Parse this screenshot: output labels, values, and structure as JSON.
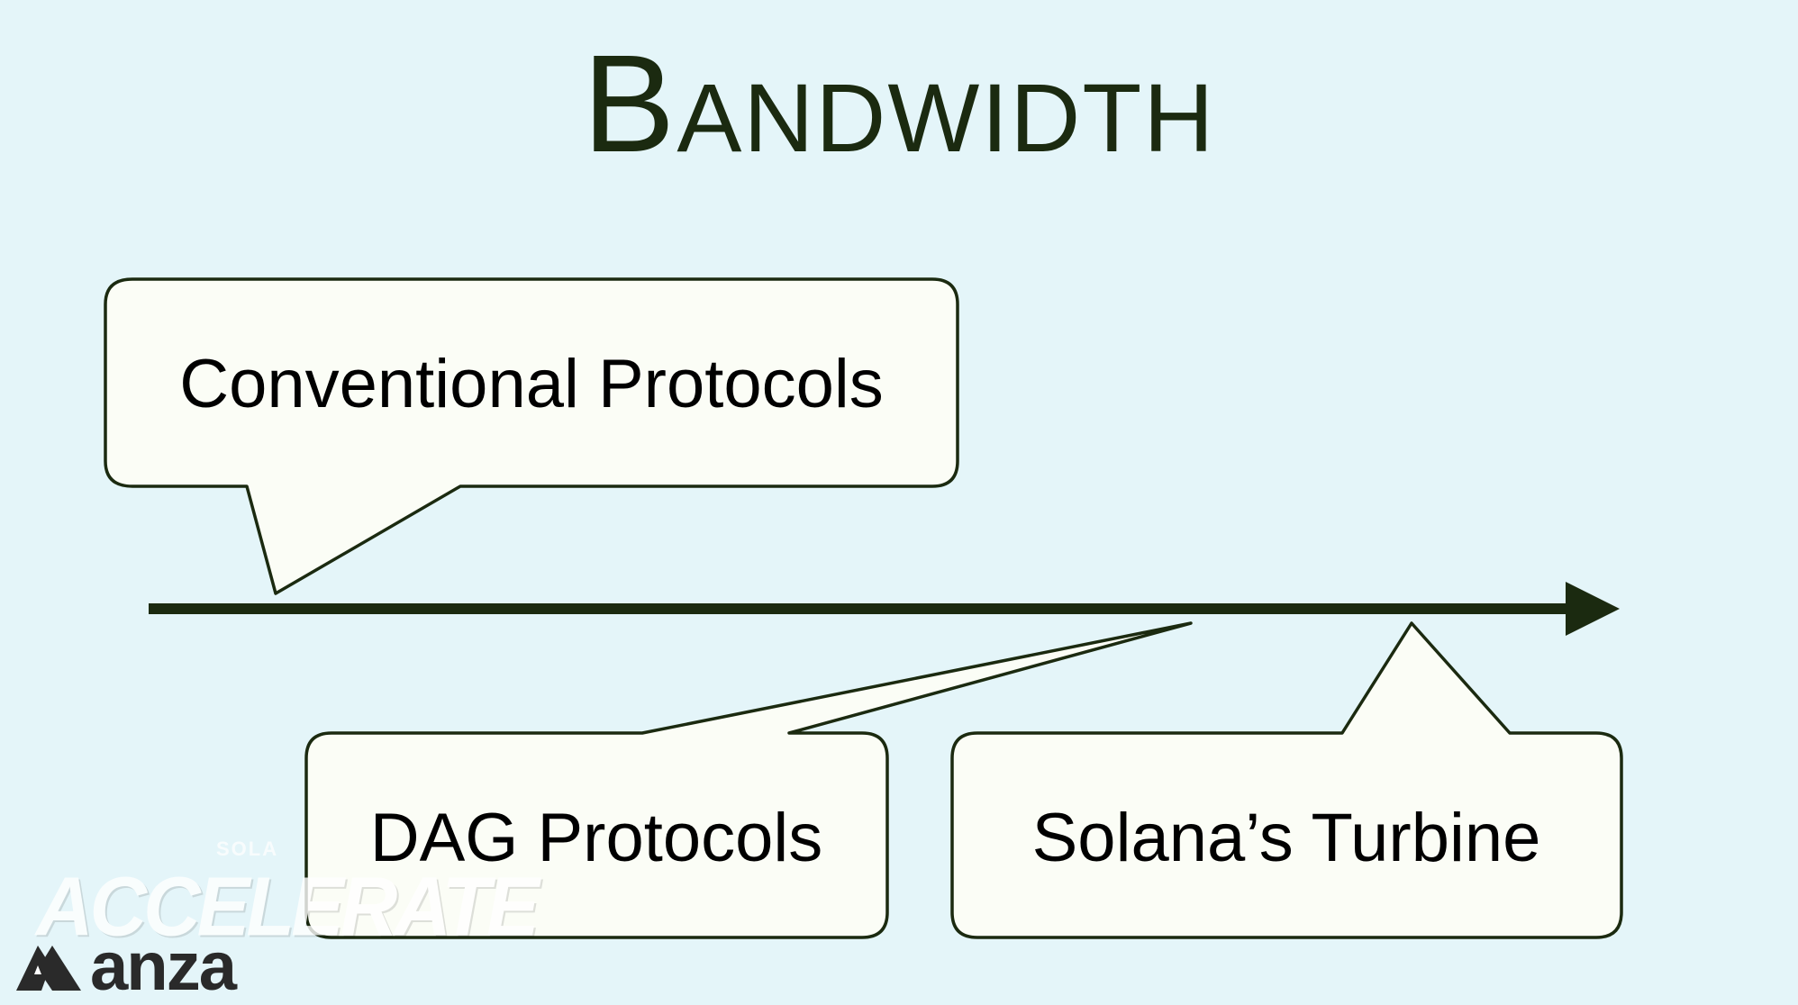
{
  "title": "Bandwidth",
  "diagram": {
    "bubbles": [
      {
        "label": "Conventional Protocols"
      },
      {
        "label": "DAG Protocols"
      },
      {
        "label": "Solana’s Turbine"
      }
    ]
  },
  "colors": {
    "background": "#e4f5f9",
    "bubble_fill": "#fbfdf6",
    "stroke": "#1b2a10",
    "axis": "#1b2a10"
  },
  "watermark": {
    "solana": "SOLA",
    "event": "ACCELERATE",
    "brand": "anza"
  }
}
